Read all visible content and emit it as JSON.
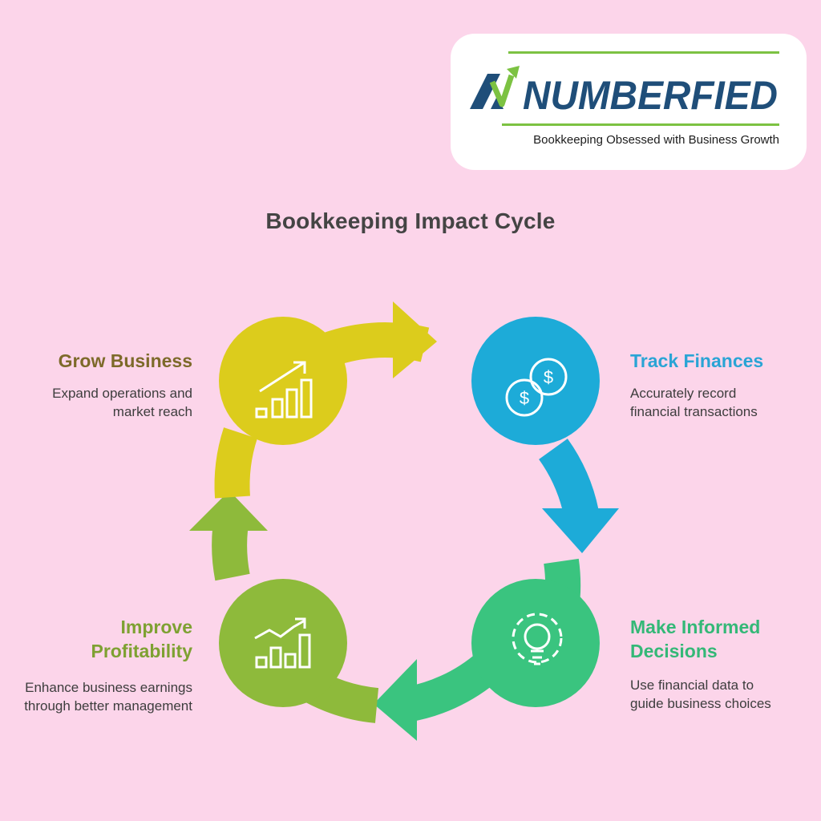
{
  "brand": {
    "logo_text": "NUMBERFIED",
    "tagline": "Bookkeeping Obsessed with Business Growth",
    "colors": {
      "navy": "#1f4e79",
      "green": "#7cc242"
    }
  },
  "diagram": {
    "title": "Bookkeeping Impact Cycle",
    "steps": [
      {
        "title": "Track Finances",
        "description": "Accurately record financial transactions",
        "icon": "dollar-coins-icon",
        "color": "#1dabd8"
      },
      {
        "title": "Make Informed Decisions",
        "description": "Use financial data to guide business choices",
        "icon": "lightbulb-gear-icon",
        "color": "#3ac47f"
      },
      {
        "title": "Improve Profitability",
        "description": "Enhance business earnings through better management",
        "icon": "profit-chart-icon",
        "color": "#8eba3b"
      },
      {
        "title": "Grow Business",
        "description": "Expand operations and market reach",
        "icon": "growth-chart-icon",
        "color": "#dccc1c"
      }
    ],
    "text_colors": {
      "track": "#2aa4d5",
      "decide": "#34b877",
      "improve": "#7ea132",
      "grow": "#7d6a2a"
    }
  }
}
